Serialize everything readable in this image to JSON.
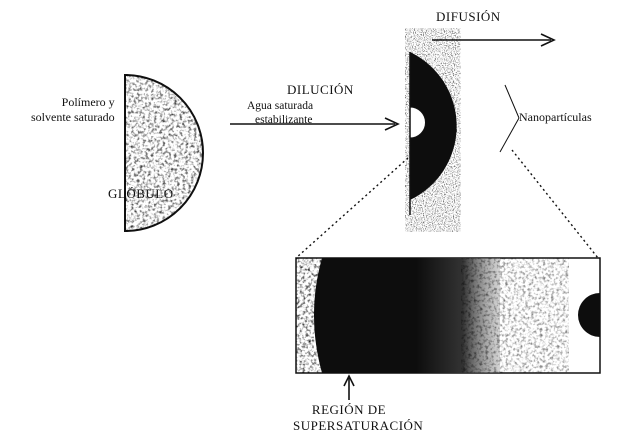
{
  "labels": {
    "polymer_line1": "Polímero y",
    "polymer_line2": "solvente saturado",
    "globule": "GLÓBULO",
    "water_line1": "Agua saturada",
    "water_line2": "estabilizante",
    "dilution": "DILUCIÓN",
    "diffusion": "DIFUSIÓN",
    "nanoparticles": "Nanopartículas",
    "supersat_line1": "REGIÓN DE",
    "supersat_line2": "SUPERSATURACIÓN"
  },
  "colors": {
    "ink": "#111111",
    "dark_region": "#0d0d0d",
    "background": "#ffffff"
  }
}
